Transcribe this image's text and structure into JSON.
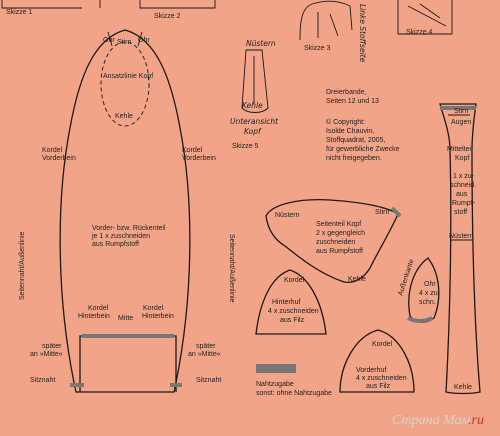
{
  "colors": {
    "paper": "#f2a488",
    "line": "#1a1a1a",
    "seam_allowance": "#777777",
    "watermark": "#d4d4d4",
    "watermark_accent": "#c0392b"
  },
  "sketches": {
    "skizze1": "Skizze 1",
    "skizze2": "Skizze 2",
    "skizze3": "Skizze 3",
    "skizze4": "Skizze 4",
    "skizze5": "Skizze 5",
    "linke_seite": "Linke Stoffseite",
    "nuestern": "Nüstern",
    "kehle": "Kehle",
    "unterausicht": "Unteransicht",
    "kopf": "Kopf"
  },
  "main_piece": {
    "ohr_left": "Ohr",
    "ohr_right": "Ohr",
    "stirn": "Stirn",
    "ansatzlinie": "Ansatzlinie Kopf",
    "kehle": "Kehle",
    "kordel_vorderbein_left": [
      "Kordel",
      "Vorderbein"
    ],
    "kordel_vorderbein_right": [
      "Kordel",
      "Vorderbein"
    ],
    "instructions": [
      "Vorder- bzw. Rückenteil",
      "je 1 x zuschneiden",
      "aus Rumpfstoff"
    ],
    "seitennaht_left": "Seitennaht/Außenlinie",
    "seitennaht_right": "Seitennaht/Außenlinie",
    "kordel_hinterbein_left": [
      "Kordel",
      "Hinterbein"
    ],
    "kordel_hinterbein_right": [
      "Kordel",
      "Hinterbein"
    ],
    "mitte": "Mitte",
    "spaeter_left": [
      "später",
      "an »Mitte«"
    ],
    "spaeter_right": [
      "später",
      "an »Mitte«"
    ],
    "sitznaht_left": "Sitznaht",
    "sitznaht_right": "Sitznaht"
  },
  "copyright": [
    "Dreierbande,",
    "Seiten 12 und 13",
    "",
    "© Copyright:",
    "Isolde Chauvin,",
    "Stoffquadrat, 2005,",
    "für gewerbliche Zwecke",
    "nicht freigegeben."
  ],
  "seitenteil": {
    "nuestern": "Nüstern",
    "stirn": "Stirn",
    "kehle": "Kehle",
    "text": [
      "Seitenteil Kopf",
      "2 x gegengleich",
      "zuschneiden",
      "aus Rumpfstoff"
    ]
  },
  "hinterhuf": {
    "kordel": "Kordel",
    "text": [
      "Hinterhuf",
      "4 x zuschneiden",
      "aus Filz"
    ]
  },
  "vorderhuf": {
    "kordel": "Kordel",
    "text": [
      "Vorderhuf",
      "4 x zuschneiden",
      "aus Filz"
    ]
  },
  "ohr_piece": {
    "aussenkante": "Außenkante",
    "text": [
      "Ohr",
      "4 x zu-",
      "schn."
    ]
  },
  "mittelteil": {
    "stirn": "Stirn",
    "augen": "Augen",
    "text": [
      "Mittelteil",
      "Kopf",
      "",
      "1 x zu-",
      "schneid.",
      "aus",
      "Rumpf-",
      "stoff"
    ],
    "nuestern": "Nüstern",
    "kehle": "Kehle"
  },
  "legend": {
    "nahtzugabe": "Nahtzugabe",
    "sonst": "sonst: ohne Nahtzugabe"
  },
  "watermark": {
    "site": "Страна Мам",
    "domain": ".ru"
  }
}
